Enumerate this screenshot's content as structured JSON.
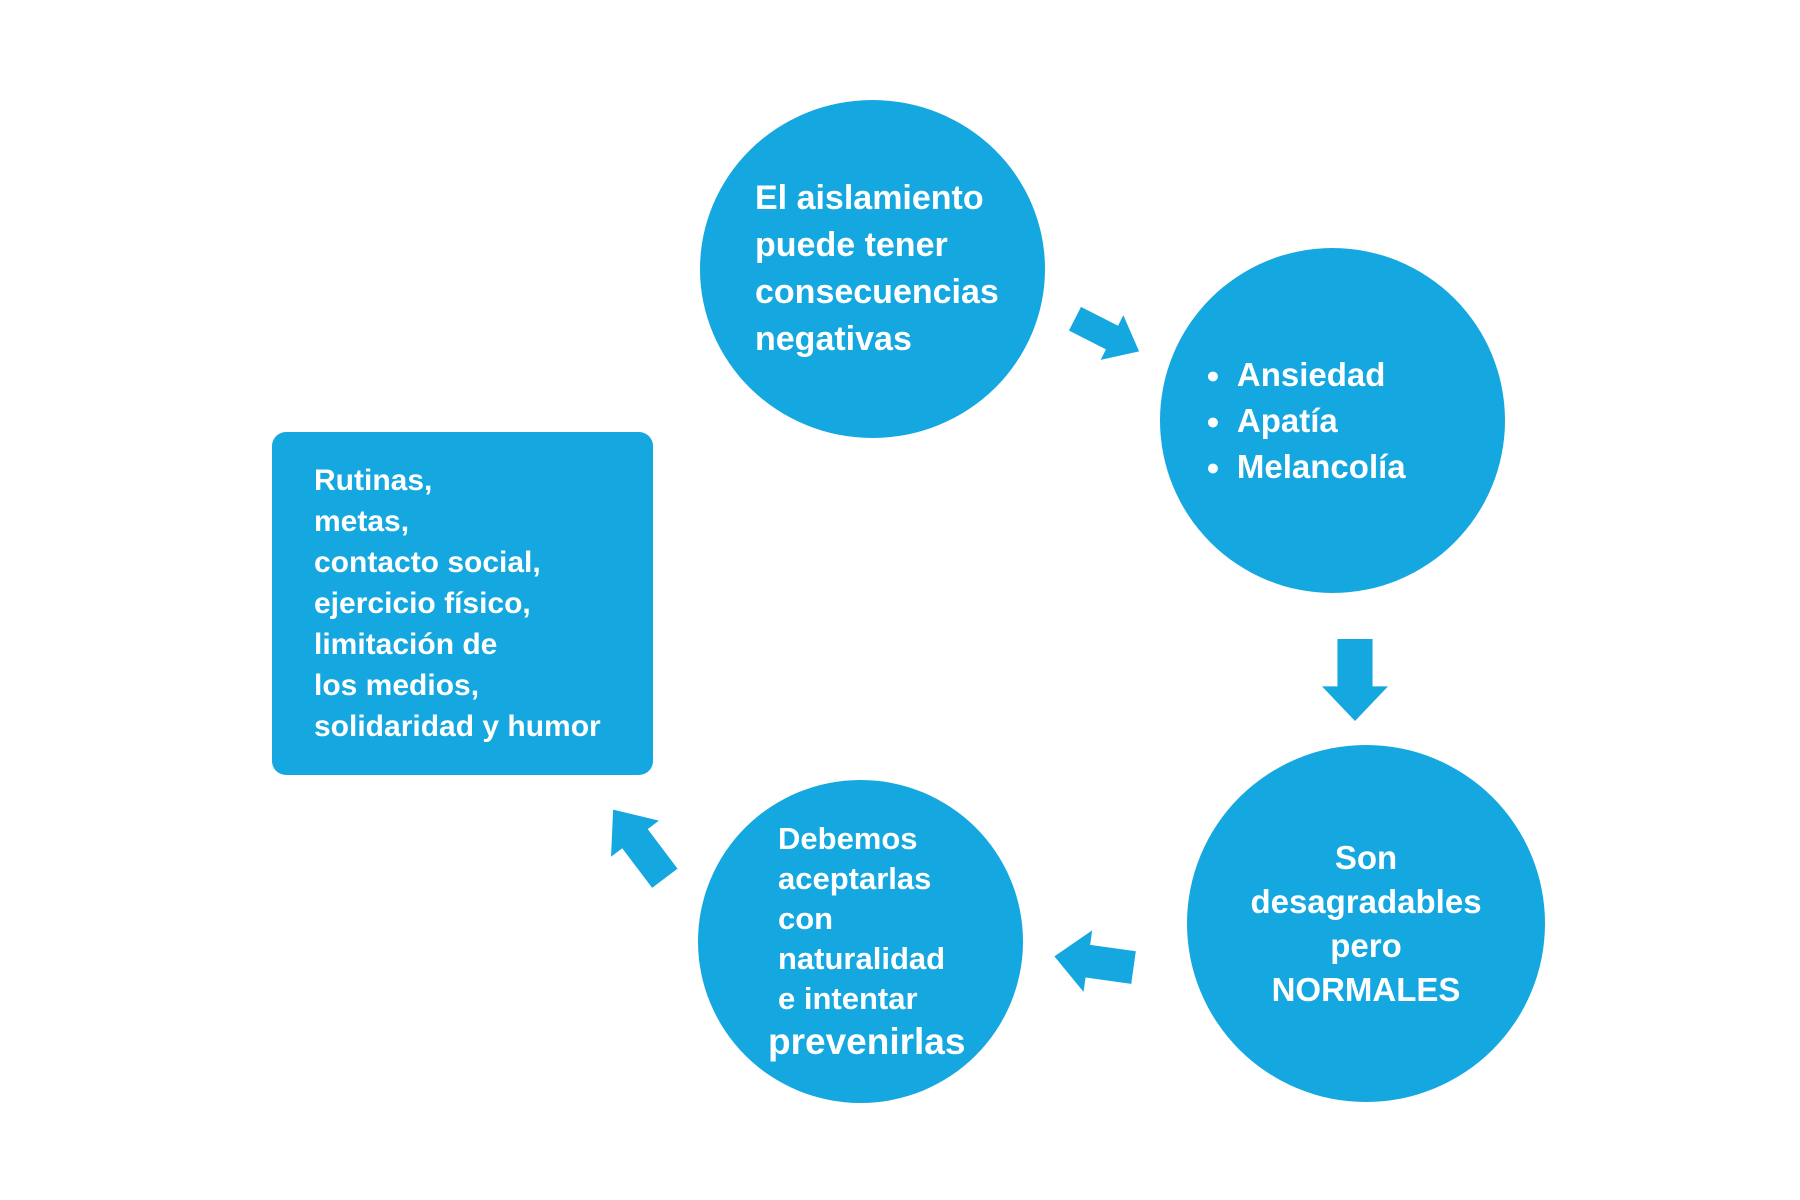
{
  "diagram": {
    "background": "#ffffff",
    "accent_color": "#14a7e0",
    "text_color": "#ffffff",
    "nodes": {
      "isolation": {
        "lines": [
          "El aislamiento",
          "puede tener",
          "consecuencias",
          "negativas"
        ]
      },
      "symptoms": {
        "bullet": "●",
        "items": [
          "Ansiedad",
          "Apatía",
          "Melancolía"
        ]
      },
      "normales": {
        "lines": [
          "Son",
          "desagradables",
          "pero",
          "NORMALES"
        ]
      },
      "aceptarlas": {
        "lines": [
          "Debemos",
          "aceptarlas",
          "con",
          "naturalidad",
          "e intentar"
        ],
        "last_line": "prevenirlas"
      },
      "estrategias": {
        "lines": [
          "Rutinas,",
          "metas,",
          "contacto social,",
          "ejercicio físico,",
          "limitación de",
          "los medios,",
          "solidaridad y humor"
        ]
      }
    },
    "arrows": [
      {
        "name": "arrow-down-right",
        "from": "isolation",
        "to": "symptoms"
      },
      {
        "name": "arrow-down",
        "from": "symptoms",
        "to": "normales"
      },
      {
        "name": "arrow-left",
        "from": "normales",
        "to": "aceptarlas"
      },
      {
        "name": "arrow-up-left",
        "from": "aceptarlas",
        "to": "estrategias"
      }
    ]
  }
}
